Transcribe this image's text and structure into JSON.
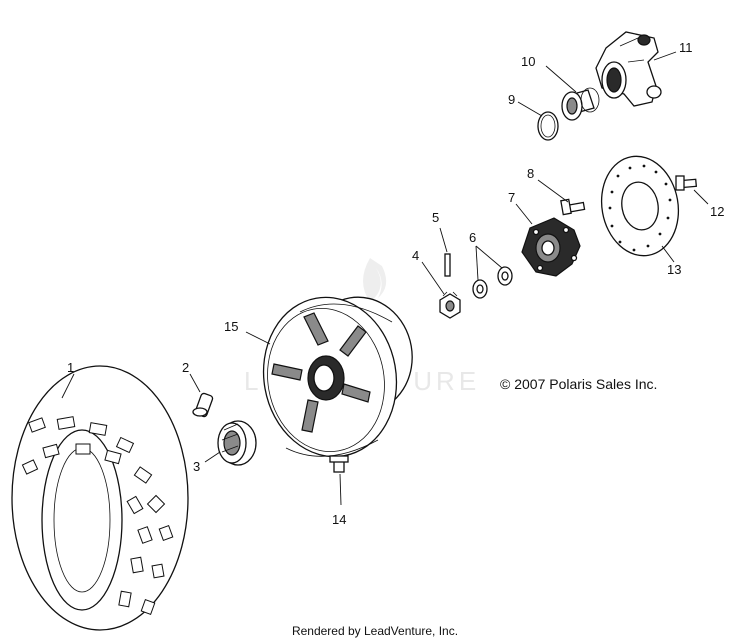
{
  "copyright": "© 2007 Polaris Sales Inc.",
  "footer": "Rendered by LeadVenture, Inc.",
  "watermark": "LEADVENTURE",
  "callouts": [
    "1",
    "2",
    "3",
    "4",
    "5",
    "6",
    "7",
    "8",
    "9",
    "10",
    "11",
    "12",
    "13",
    "14",
    "15"
  ]
}
